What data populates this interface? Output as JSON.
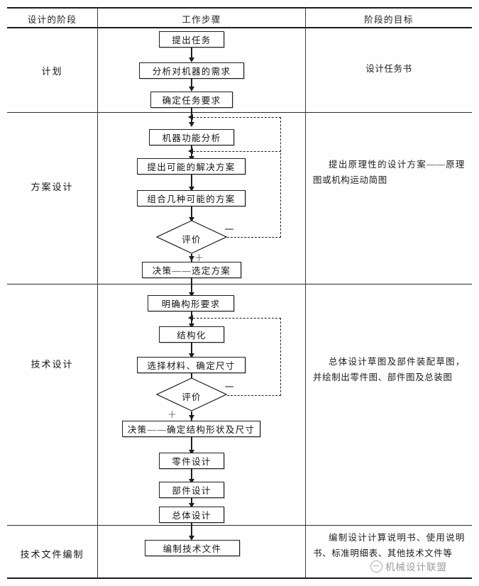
{
  "table": {
    "headers": [
      {
        "label": "设计的阶段"
      },
      {
        "label": "工作步骤"
      },
      {
        "label": "阶段的目标"
      }
    ]
  },
  "stages": [
    {
      "name": "计划",
      "goal": "设计任务书",
      "steps": [
        {
          "label": "提出任务"
        },
        {
          "label": "分析对机器的需求"
        },
        {
          "label": "确定任务要求"
        }
      ]
    },
    {
      "name": "方案设计",
      "goal": "提出原理性的设计方案——原理图或机构运动简图",
      "steps": [
        {
          "label": "机器功能分析"
        },
        {
          "label": "提出可能的解决方案"
        },
        {
          "label": "组合几种可能的方案"
        },
        {
          "label": "评价",
          "shape": "decision"
        },
        {
          "label": "决策——选定方案"
        }
      ]
    },
    {
      "name": "技术设计",
      "goal": "总体设计草图及部件装配草图，并绘制出零件图、部件图及总装图",
      "steps": [
        {
          "label": "明确构形要求"
        },
        {
          "label": "结构化"
        },
        {
          "label": "选择材料、确定尺寸"
        },
        {
          "label": "评价",
          "shape": "decision"
        },
        {
          "label": "决策——确定结构形状及尺寸"
        },
        {
          "label": "零件设计"
        },
        {
          "label": "部件设计"
        },
        {
          "label": "总体设计"
        }
      ]
    },
    {
      "name": "技术文件编制",
      "goal": "编制设计计算说明书、使用说明书、标准明细表、其他技术文件等",
      "steps": [
        {
          "label": "编制技术文件"
        }
      ]
    }
  ],
  "branch_signs": {
    "negative": "－",
    "positive": "＋"
  },
  "watermark": {
    "text": "机械设计联盟",
    "icon": "circle-logo-icon"
  },
  "colors": {
    "ink": "#1f1f1f",
    "rule": "#2b2b2b",
    "paper": "#fefefe",
    "watermark": "#4a4a4a"
  }
}
